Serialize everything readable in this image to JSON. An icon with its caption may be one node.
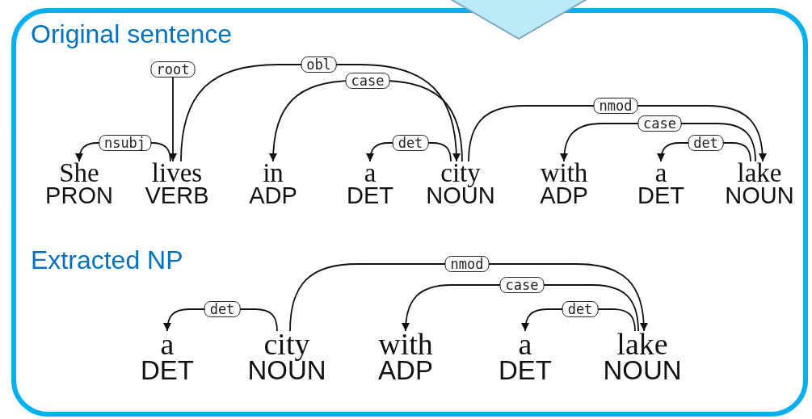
{
  "diagram": {
    "nodes": [
      {
        "text": [
          "She",
          "PRON"
        ]
      },
      {
        "text": [
          "lives",
          "VERB"
        ]
      },
      {
        "text": [
          "in",
          "ADP"
        ]
      },
      {
        "text": [
          "a",
          "DET"
        ]
      },
      {
        "text": [
          "city",
          "NOUN"
        ]
      },
      {
        "text": [
          "with",
          "ADP"
        ]
      },
      {
        "text": [
          "a",
          "DET"
        ]
      },
      {
        "text": [
          "lake",
          "NOUN"
        ]
      },
      {
        "text": [
          "a",
          "DET"
        ]
      },
      {
        "text": [
          "city",
          "NOUN"
        ]
      },
      {
        "text": [
          "with",
          "ADP"
        ]
      },
      {
        "text": [
          "a",
          "DET"
        ]
      },
      {
        "text": [
          "lake",
          "NOUN"
        ]
      },
      {
        "text": [],
        "shape": "chevron"
      }
    ],
    "edges": [
      {
        "from": null,
        "to": 1,
        "arrow": "to",
        "label": "root"
      },
      {
        "from": 1,
        "to": 0,
        "arrow": "to",
        "label": "nsubj"
      },
      {
        "from": 1,
        "to": 4,
        "arrow": "to",
        "label": "obl"
      },
      {
        "from": 4,
        "to": 2,
        "arrow": "to",
        "label": "case"
      },
      {
        "from": 4,
        "to": 3,
        "arrow": "to",
        "label": "det"
      },
      {
        "from": 4,
        "to": 7,
        "arrow": "to",
        "label": "nmod"
      },
      {
        "from": 7,
        "to": 5,
        "arrow": "to",
        "label": "case"
      },
      {
        "from": 7,
        "to": 6,
        "arrow": "to",
        "label": "det"
      },
      {
        "from": 9,
        "to": 8,
        "arrow": "to",
        "label": "det"
      },
      {
        "from": 9,
        "to": 12,
        "arrow": "to",
        "label": "nmod"
      },
      {
        "from": 12,
        "to": 10,
        "arrow": "to",
        "label": "case"
      },
      {
        "from": 12,
        "to": 11,
        "arrow": "to",
        "label": "det"
      }
    ],
    "labels": [
      "Original sentence",
      "Extracted NP"
    ]
  }
}
